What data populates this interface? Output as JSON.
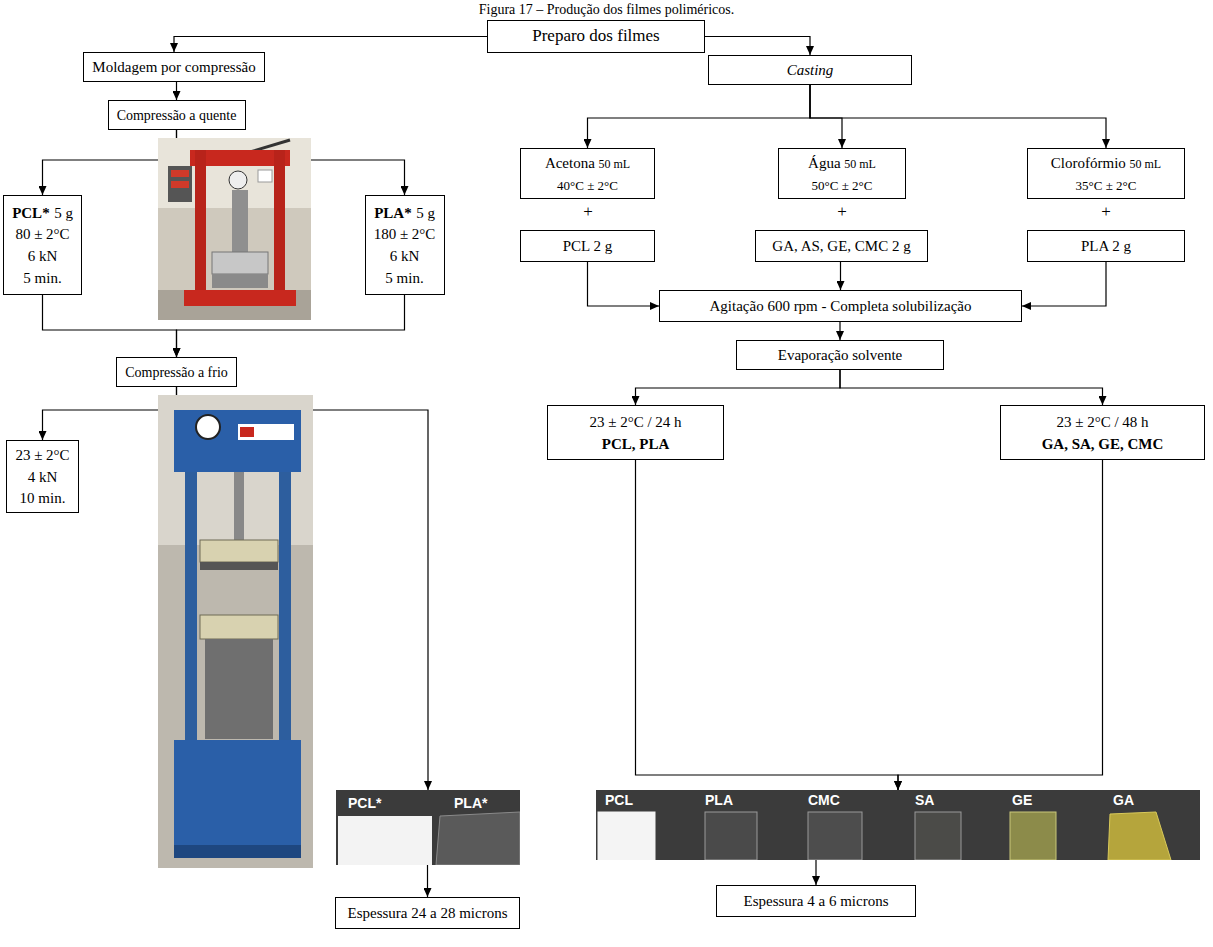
{
  "diagram": {
    "title": "Figura 17 – Produção dos filmes poliméricos.",
    "nodes": [
      {
        "text": [
          "Preparo dos filmes"
        ]
      },
      {
        "text": [
          "Moldagem por compressão"
        ]
      },
      {
        "text": [
          "Casting"
        ]
      },
      {
        "text": [
          "Compressão a quente"
        ]
      },
      {
        "text": [
          "Acetona",
          "50 mL",
          "40°C ± 2°C"
        ]
      },
      {
        "text": [
          "Água",
          "50 mL",
          "50°C ± 2°C"
        ]
      },
      {
        "text": [
          "Clorofórmio",
          "50 mL",
          "35°C ± 2°C"
        ]
      },
      {
        "text": [
          "PCL*",
          "5 g",
          "80 ± 2°C",
          "6 kN",
          "5 min."
        ]
      },
      {
        "text": [
          "PLA*",
          "5 g",
          "180 ± 2°C",
          "6 kN",
          "5 min."
        ]
      },
      {
        "text": [
          "PCL 2 g"
        ]
      },
      {
        "text": [
          "GA, AS, GE, CMC 2 g"
        ]
      },
      {
        "text": [
          "PLA 2 g"
        ]
      },
      {
        "text": [
          "Agitação 600 rpm - Completa solubilização"
        ]
      },
      {
        "text": [
          "Compressão a frio"
        ]
      },
      {
        "text": [
          "Evaporação solvente"
        ]
      },
      {
        "text": [
          "23 ± 2°C / 24 h",
          "PCL, PLA"
        ]
      },
      {
        "text": [
          "23 ± 2°C / 48 h",
          "GA, SA, GE, CMC"
        ]
      },
      {
        "text": [
          "23 ± 2°C",
          "4 kN",
          "10 min."
        ]
      },
      {
        "text": [
          "PCL*",
          "PLA*"
        ]
      },
      {
        "text": [
          "PCL",
          "PLA",
          "CMC",
          "SA",
          "GE",
          "GA"
        ]
      },
      {
        "text": [
          "Espessura 4 a 6 microns"
        ]
      },
      {
        "text": [
          "Espessura 24 a 28 microns"
        ]
      }
    ],
    "edges": [
      {
        "from": 0,
        "to": 1,
        "arrow": "to"
      },
      {
        "from": 0,
        "to": 2,
        "arrow": "to"
      },
      {
        "from": 1,
        "to": 3,
        "arrow": "to"
      },
      {
        "from": 3,
        "to": 7,
        "arrow": "to"
      },
      {
        "from": 3,
        "to": 8,
        "arrow": "to"
      },
      {
        "from": 2,
        "to": 4,
        "arrow": "to"
      },
      {
        "from": 2,
        "to": 5,
        "arrow": "to"
      },
      {
        "from": 2,
        "to": 6,
        "arrow": "to"
      },
      {
        "from": 7,
        "to": 13,
        "arrow": "to"
      },
      {
        "from": 8,
        "to": 13,
        "arrow": "to"
      },
      {
        "from": 9,
        "to": 12,
        "arrow": "to"
      },
      {
        "from": 10,
        "to": 12,
        "arrow": "to"
      },
      {
        "from": 11,
        "to": 12,
        "arrow": "to"
      },
      {
        "from": 12,
        "to": 14,
        "arrow": "to"
      },
      {
        "from": 13,
        "to": 17,
        "arrow": "to"
      },
      {
        "from": 13,
        "to": 18,
        "arrow": "to"
      },
      {
        "from": 14,
        "to": 15,
        "arrow": "to"
      },
      {
        "from": 14,
        "to": 16,
        "arrow": "to"
      },
      {
        "from": 15,
        "to": 19,
        "arrow": "to"
      },
      {
        "from": 16,
        "to": 19,
        "arrow": "to"
      },
      {
        "from": 18,
        "to": 21,
        "arrow": "to"
      },
      {
        "from": 19,
        "to": 20,
        "arrow": "to"
      }
    ],
    "labels": [
      "+",
      "+",
      "+"
    ]
  }
}
